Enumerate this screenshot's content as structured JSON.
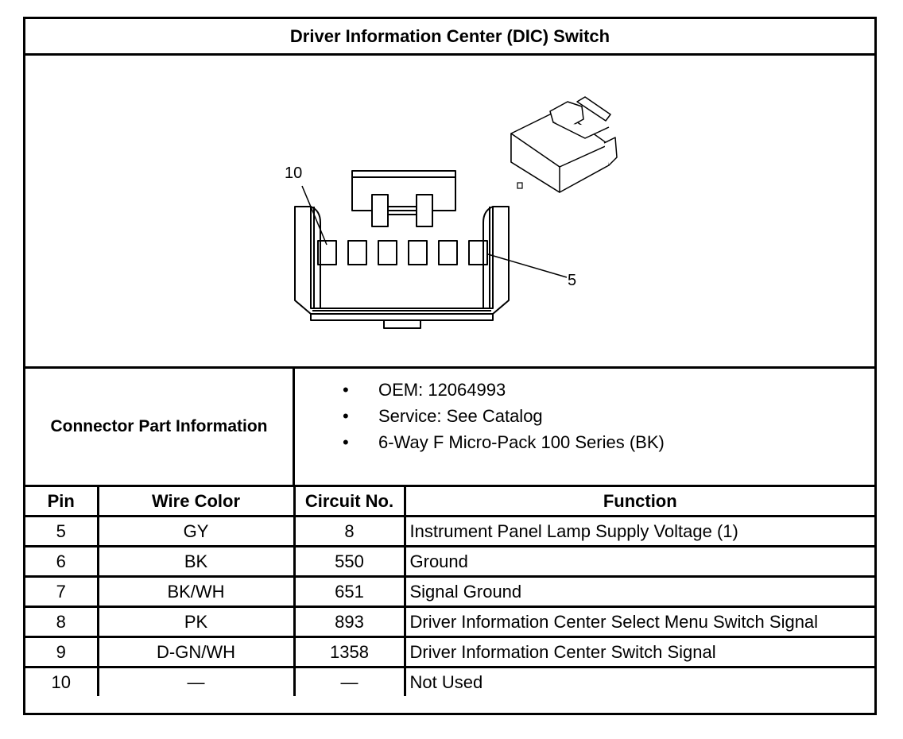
{
  "title": "Driver Information Center (DIC) Switch",
  "diagram": {
    "callout_left": "10",
    "callout_right": "5"
  },
  "connector_info": {
    "label": "Connector Part Information",
    "bullet_glyph": "•",
    "items": [
      "OEM: 12064993",
      "Service: See Catalog",
      "6-Way F Micro-Pack 100 Series (BK)"
    ]
  },
  "table": {
    "headers": [
      "Pin",
      "Wire Color",
      "Circuit No.",
      "Function"
    ],
    "rows": [
      {
        "pin": "5",
        "wire": "GY",
        "circuit": "8",
        "function": "Instrument Panel Lamp Supply Voltage (1)"
      },
      {
        "pin": "6",
        "wire": "BK",
        "circuit": "550",
        "function": "Ground"
      },
      {
        "pin": "7",
        "wire": "BK/WH",
        "circuit": "651",
        "function": "Signal Ground"
      },
      {
        "pin": "8",
        "wire": "PK",
        "circuit": "893",
        "function": "Driver Information Center Select Menu Switch Signal"
      },
      {
        "pin": "9",
        "wire": "D-GN/WH",
        "circuit": "1358",
        "function": "Driver Information Center Switch Signal"
      },
      {
        "pin": "10",
        "wire": "—",
        "circuit": "—",
        "function": "Not Used"
      }
    ]
  }
}
